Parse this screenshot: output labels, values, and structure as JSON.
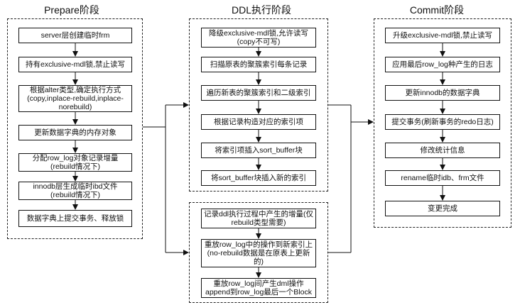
{
  "stages": {
    "prepare": {
      "title": "Prepare阶段",
      "steps": [
        "server层创建临时frm",
        "持有exclusive-mdl锁,禁止读写",
        "根据alter类型,确定执行方式(copy,inplace-rebuild,inplace-norebuild)",
        "更新数据字典的内存对象",
        "分配row_log对象记录增量(rebuild情况下)",
        "innodb层生成临时ibd文件(rebuild情况下)",
        "数据字典上提交事务、释放锁"
      ]
    },
    "ddl": {
      "title": "DDL执行阶段",
      "steps": [
        "降级exclusive-mdl锁,允许读写(copy不可写)",
        "扫描原表的聚簇索引每条记录",
        "遍历新表的聚簇索引和二级索引",
        "根据记录构造对应的索引项",
        "将索引项插入sort_buffer块",
        "将sort_buffer块插入新的索引"
      ],
      "steps2": [
        "记录ddl执行过程中产生的增量(仅rebuild类型需要)",
        "重放row_log中的操作到新索引上(no-rebuild数据是在原表上更新的)",
        "重放row_log间产生dml操作append到row_log最后一个Block"
      ]
    },
    "commit": {
      "title": "Commit阶段",
      "steps": [
        "升级exclusive-mdl锁,禁止读写",
        "应用最后row_log种产生的日志",
        "更新innodb的数据字典",
        "提交事务(刷新事务的redo日志)",
        "修改统计信息",
        "rename临时idb、frm文件",
        "变更完成"
      ]
    }
  }
}
